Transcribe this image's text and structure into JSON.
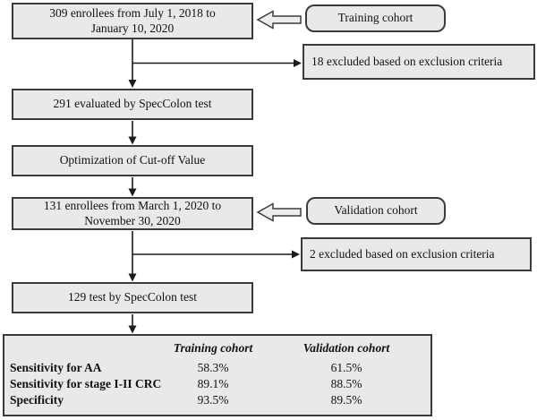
{
  "colors": {
    "box_fill": "#e9e9e9",
    "box_border": "#3b3b3b",
    "line": "#1c1c1c",
    "block_arrow_fill": "#ededed"
  },
  "flow": {
    "training_enrollees": {
      "line1": "309 enrollees from July 1, 2018 to",
      "line2": "January 10, 2020"
    },
    "training_cohort_label": "Training cohort",
    "training_excluded": "18 excluded based on exclusion criteria",
    "evaluated": "291 evaluated by SpecColon test",
    "optimization": "Optimization of Cut-off Value",
    "validation_enrollees": {
      "line1": "131 enrollees from March 1, 2020 to",
      "line2": "November 30, 2020"
    },
    "validation_cohort_label": "Validation cohort",
    "validation_excluded": "2 excluded based on exclusion criteria",
    "tested": "129 test by SpecColon test"
  },
  "results_table": {
    "columns": [
      "",
      "Training cohort",
      "Validation cohort"
    ],
    "rows": [
      {
        "label": "Sensitivity for AA",
        "training": "58.3%",
        "validation": "61.5%"
      },
      {
        "label": "Sensitivity for stage I-II CRC",
        "training": "89.1%",
        "validation": "88.5%"
      },
      {
        "label": "Specificity",
        "training": "93.5%",
        "validation": "89.5%"
      }
    ]
  }
}
